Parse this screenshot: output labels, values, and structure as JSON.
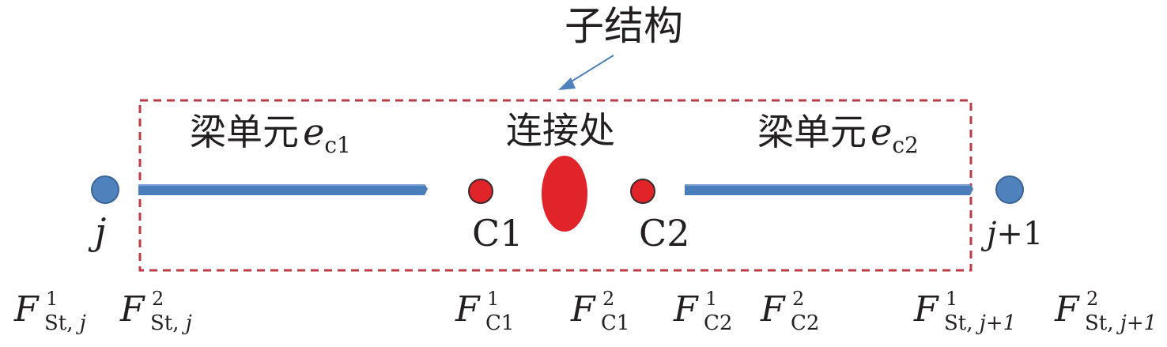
{
  "diagram": {
    "substructure_label": "子结构",
    "connection_label": "连接处",
    "beam_left": {
      "prefix": "梁单元",
      "var": "e",
      "sub": "c1"
    },
    "beam_right": {
      "prefix": "梁单元",
      "var": "e",
      "sub": "c2"
    },
    "node_j": "j",
    "node_c1": "C1",
    "node_c2": "C2",
    "node_j1": {
      "var": "j",
      "rest": "+1"
    },
    "colors": {
      "beam": "#4a7ebb",
      "node_blue": "#4f81bd",
      "node_red": "#e1232a",
      "box": "#be3b46",
      "arrow": "#4f81bd"
    },
    "forces": [
      {
        "sup": "1",
        "sub": "St,",
        "sub_it": " j"
      },
      {
        "sup": "2",
        "sub": "St,",
        "sub_it": " j"
      },
      {
        "sup": "1",
        "sub": "C1",
        "sub_it": ""
      },
      {
        "sup": "2",
        "sub": "C1",
        "sub_it": ""
      },
      {
        "sup": "1",
        "sub": "C2",
        "sub_it": ""
      },
      {
        "sup": "2",
        "sub": "C2",
        "sub_it": ""
      },
      {
        "sup": "1",
        "sub": "St,",
        "sub_it": " j+1"
      },
      {
        "sup": "2",
        "sub": "St,",
        "sub_it": " j+1"
      }
    ]
  }
}
